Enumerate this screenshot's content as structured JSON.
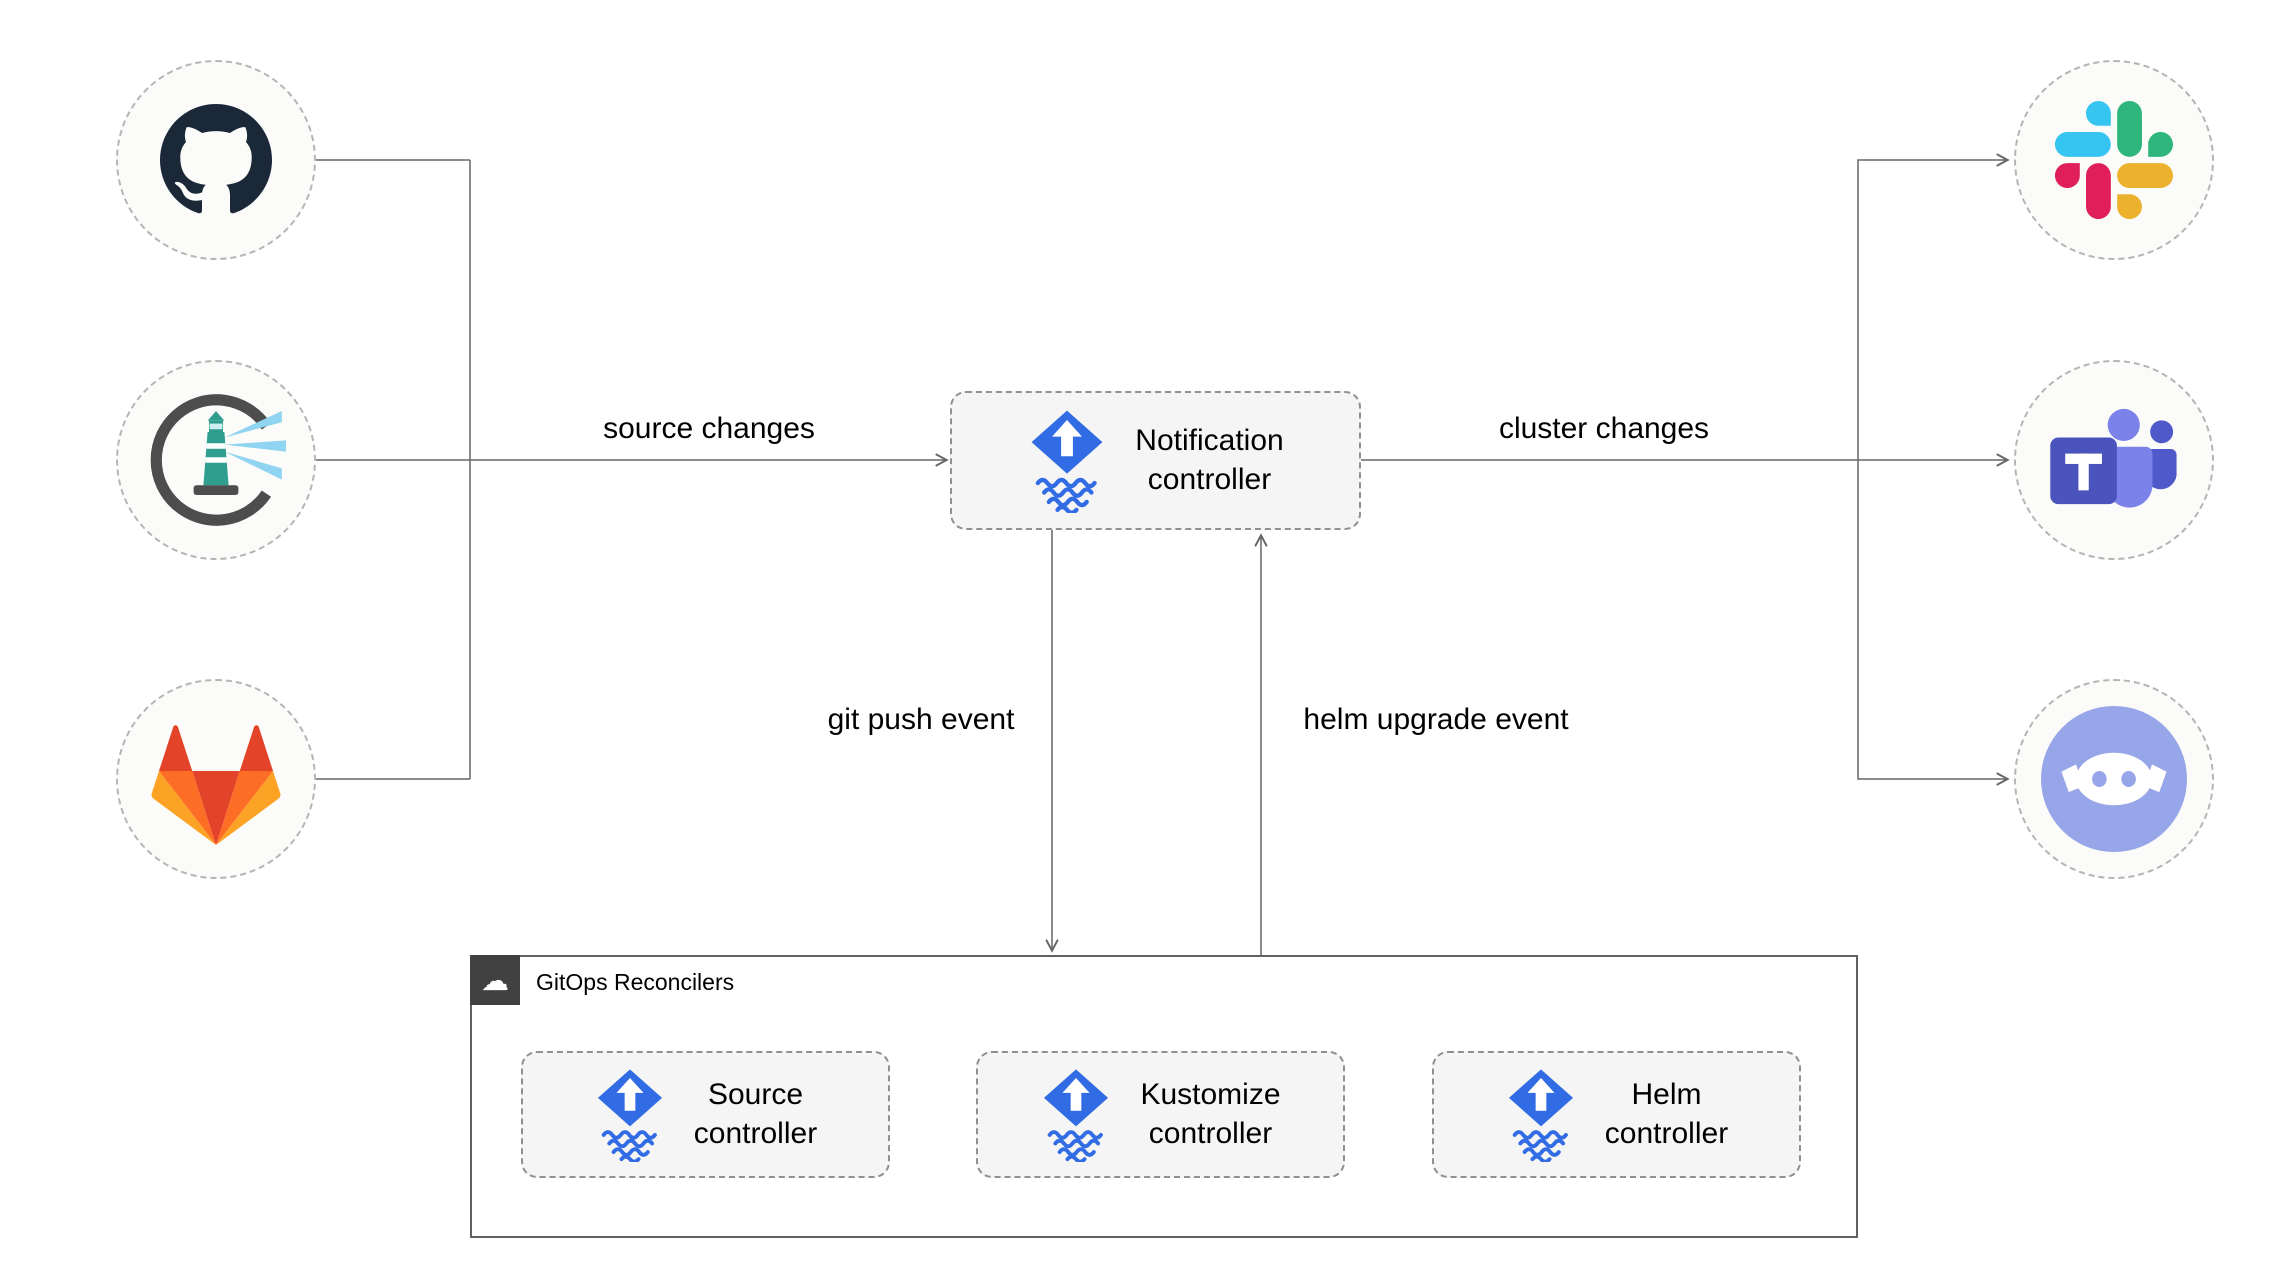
{
  "diagram": {
    "type": "flowchart",
    "sources": [
      "github",
      "harbor",
      "gitlab"
    ],
    "targets": [
      "slack",
      "microsoft-teams",
      "discord"
    ],
    "notification": {
      "line1": "Notification",
      "line2": "controller"
    },
    "edges": {
      "source_changes": "source changes",
      "cluster_changes": "cluster changes",
      "git_push_event": "git push event",
      "helm_upgrade_event": "helm upgrade event"
    },
    "gitops": {
      "title": "GitOps Reconcilers",
      "controllers": [
        {
          "line1": "Source",
          "line2": "controller"
        },
        {
          "line1": "Kustomize",
          "line2": "controller"
        },
        {
          "line1": "Helm",
          "line2": "controller"
        }
      ]
    },
    "glyphs": {
      "cloud": "☁"
    },
    "icons": {
      "flux": "flux-icon",
      "cloud": "cloud-icon",
      "github": "github-icon",
      "harbor": "harbor-icon",
      "gitlab": "gitlab-icon",
      "slack": "slack-icon",
      "teams": "microsoft-teams-icon",
      "discord": "discord-icon"
    },
    "colors": {
      "flux_blue": "#316ce5",
      "connector_gray": "#666666",
      "node_fill": "#f5f5f5",
      "node_border": "#909090",
      "circle_fill": "#fbfbf9",
      "circle_border": "#b5b5b5",
      "group_border": "#616161",
      "badge_fill": "#414141",
      "github_dark": "#1b2838",
      "gitlab_red": "#e24329",
      "gitlab_orange": "#fc6d26",
      "gitlab_amber": "#fca326",
      "slack_blue": "#36c5f0",
      "slack_green": "#2eb67d",
      "slack_yellow": "#ecb22e",
      "slack_pink": "#e01e5a",
      "teams_purple": "#4b53bc",
      "teams_light_purple": "#7b83eb",
      "discord_blurple": "#97a5e9",
      "harbor_teal": "#2f9e8f",
      "harbor_gray": "#4d4d4d",
      "harbor_beam": "#8fd4f0"
    }
  }
}
